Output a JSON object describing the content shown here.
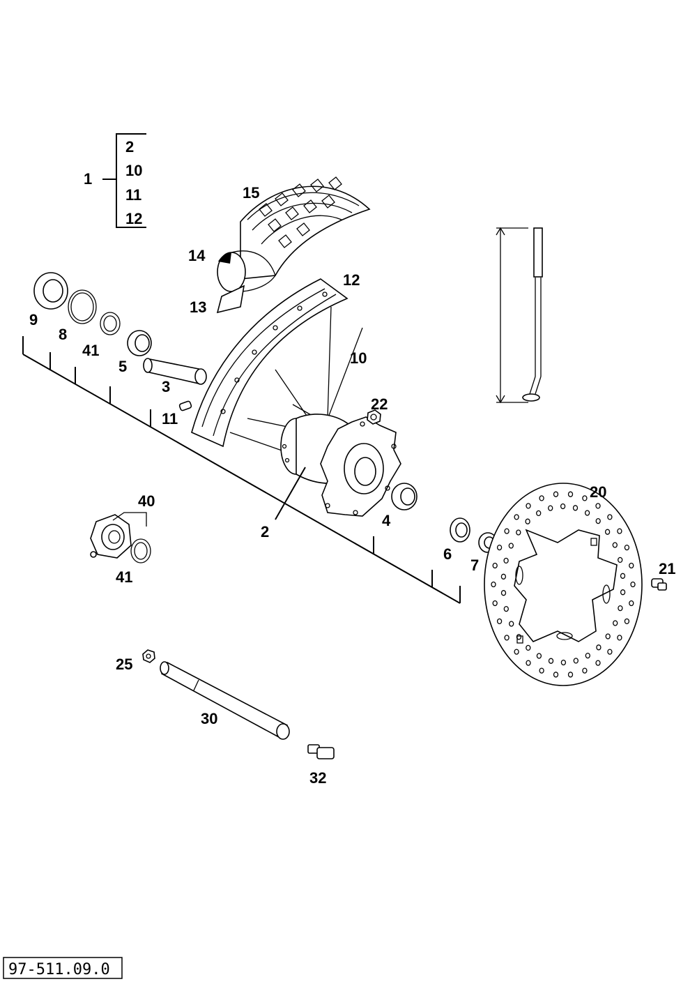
{
  "labels": {
    "p1": "1",
    "p2a": "2",
    "p10a": "10",
    "p11a": "11",
    "p12a": "12",
    "p15": "15",
    "p14": "14",
    "p13": "13",
    "p12": "12",
    "p10": "10",
    "p9": "9",
    "p8": "8",
    "p41": "41",
    "p5": "5",
    "p3": "3",
    "p11": "11",
    "p22": "22",
    "p2": "2",
    "p4": "4",
    "p6": "6",
    "p7": "7",
    "p40": "40",
    "p41b": "41",
    "p20": "20",
    "p21": "21",
    "p25": "25",
    "p30": "30",
    "p32": "32"
  },
  "diagram_code": "97-511.09.0"
}
